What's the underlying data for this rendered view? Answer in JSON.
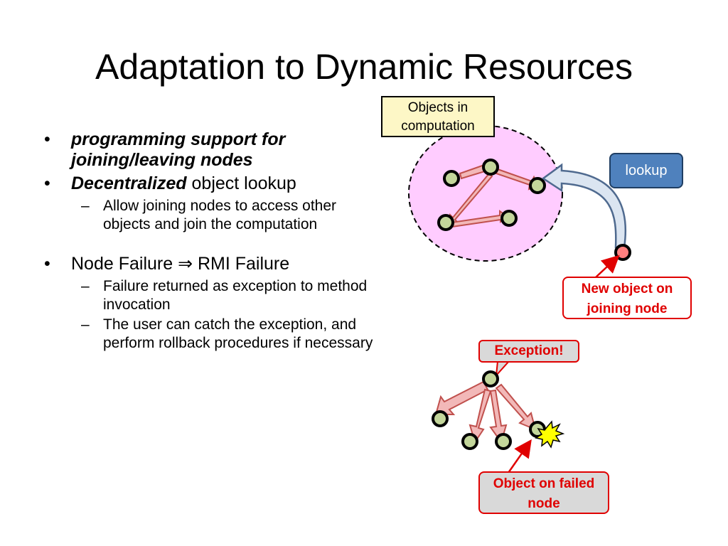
{
  "title": "Adaptation to Dynamic Resources",
  "bullets": {
    "b1": {
      "bold_italic": "programming support for joining/leaving nodes"
    },
    "b2": {
      "bold_italic": "Decentralized",
      "rest": " object lookup"
    },
    "b2_sub": [
      "Allow joining nodes to access other objects and join the computation"
    ],
    "b3": {
      "text": "Node Failure ⇒ RMI Failure"
    },
    "b3_sub": [
      "Failure returned as exception to method invocation",
      "The user can catch the exception, and perform rollback procedures if necessary"
    ],
    "bullet_char": "•",
    "dash_char": "–"
  },
  "diagram": {
    "objects_label": "Objects in computation",
    "lookup_label": "lookup",
    "new_object_label": "New object on joining node",
    "exception_label": "Exception!",
    "failed_node_label": "Object on failed node",
    "colors": {
      "region_fill": "#ffccff",
      "node_fill": "#c3d69b",
      "new_node_fill": "#ff8080",
      "arrow_fill": "#f2b8b8",
      "arrow_stroke": "#c0504d",
      "lookup_arrow_fill": "#dbe5f1",
      "lookup_arrow_stroke": "#4f6a8f",
      "callout_line": "#e00000",
      "burst_fill": "#ffff00"
    }
  }
}
